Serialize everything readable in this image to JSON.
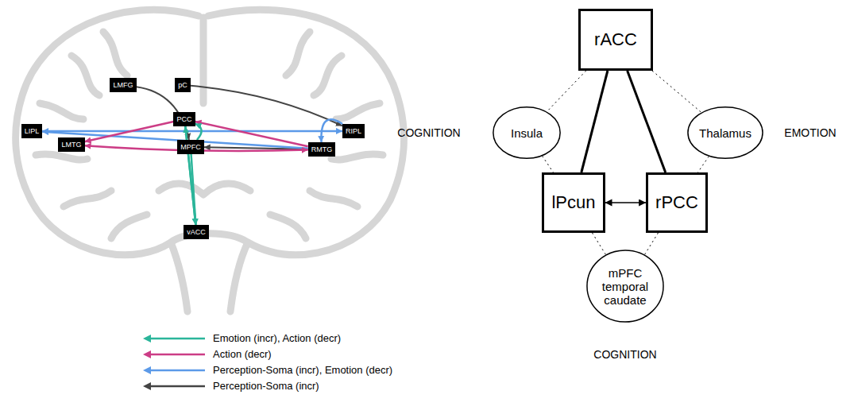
{
  "diagram": {
    "nodes": [
      {
        "text": [
          "LMFG"
        ]
      },
      {
        "text": [
          "pC"
        ]
      },
      {
        "text": [
          "LIPL"
        ]
      },
      {
        "text": [
          "PCC"
        ]
      },
      {
        "text": [
          "LMTG"
        ]
      },
      {
        "text": [
          "MPFC"
        ]
      },
      {
        "text": [
          "RIPL"
        ]
      },
      {
        "text": [
          "RMTG"
        ]
      },
      {
        "text": [
          "vACC"
        ]
      },
      {
        "text": [
          "rACC"
        ]
      },
      {
        "text": [
          "Insula"
        ]
      },
      {
        "text": [
          "Thalamus"
        ]
      },
      {
        "text": [
          "lPcun"
        ]
      },
      {
        "text": [
          "rPCC"
        ]
      },
      {
        "text": [
          "mPFC temporal caudate"
        ]
      }
    ],
    "edges": [
      {
        "from": 1,
        "to": 6,
        "arrow": "to"
      },
      {
        "from": 0,
        "to": 5,
        "arrow": "to"
      },
      {
        "from": 7,
        "to": 5,
        "arrow": "to"
      },
      {
        "from": 2,
        "to": 6,
        "arrow": "both"
      },
      {
        "from": 7,
        "to": 2,
        "arrow": "to"
      },
      {
        "from": 6,
        "to": 7,
        "arrow": "to"
      },
      {
        "from": 7,
        "to": 3,
        "arrow": "to"
      },
      {
        "from": 3,
        "to": 4,
        "arrow": "to"
      },
      {
        "from": 4,
        "to": 7,
        "arrow": "both"
      },
      {
        "from": 5,
        "to": 3,
        "arrow": "to"
      },
      {
        "from": 3,
        "to": 8,
        "arrow": "to"
      },
      {
        "from": 8,
        "to": 3,
        "arrow": "to"
      },
      {
        "from": 5,
        "to": 8,
        "arrow": "to"
      },
      {
        "from": 9,
        "to": 12,
        "arrow": "none"
      },
      {
        "from": 9,
        "to": 13,
        "arrow": "none"
      },
      {
        "from": 12,
        "to": 13,
        "arrow": "both"
      },
      {
        "from": 9,
        "to": 10,
        "arrow": "none"
      },
      {
        "from": 9,
        "to": 11,
        "arrow": "none"
      },
      {
        "from": 10,
        "to": 12,
        "arrow": "none"
      },
      {
        "from": 11,
        "to": 13,
        "arrow": "none"
      },
      {
        "from": 12,
        "to": 14,
        "arrow": "none"
      },
      {
        "from": 13,
        "to": 14,
        "arrow": "none"
      }
    ],
    "labels": [
      "COGNITION",
      "EMOTION",
      "COGNITION"
    ],
    "legend": [
      {
        "text": "Emotion (incr), Action (decr)"
      },
      {
        "text": "Action (decr)"
      },
      {
        "text": "Perception-Soma (incr), Emotion (decr)"
      },
      {
        "text": "Perception-Soma (incr)"
      }
    ]
  }
}
